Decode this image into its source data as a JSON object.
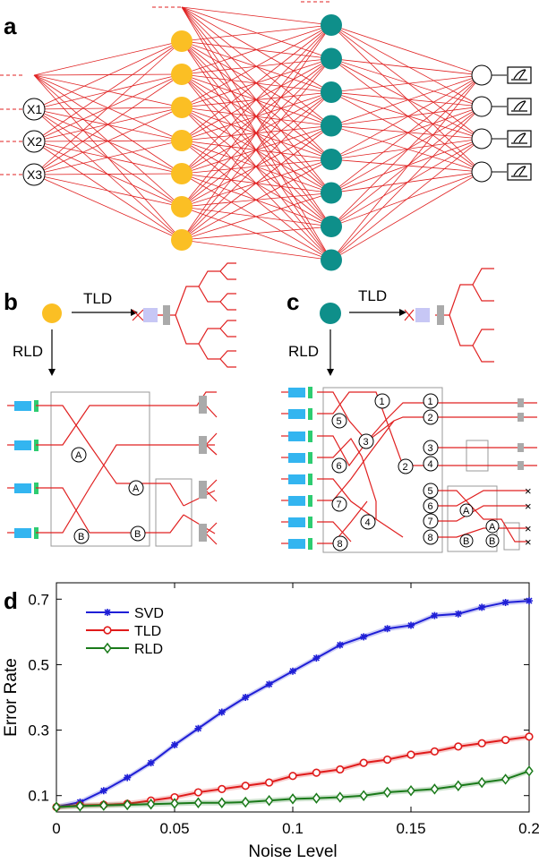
{
  "panels": {
    "a": {
      "label": "a",
      "inputs": [
        "X1",
        "X2",
        "X3"
      ],
      "hidden1_nodes": 7,
      "hidden2_nodes": 8,
      "outputs": 4,
      "colors": {
        "hidden1": "#fbbf24",
        "hidden2": "#0e8f8a",
        "weights": "#e02020"
      }
    },
    "b": {
      "label": "b",
      "tld_label": "TLD",
      "rld_label": "RLD",
      "mzi_labels": [
        "A",
        "B",
        "A",
        "B"
      ]
    },
    "c": {
      "label": "c",
      "tld_label": "TLD",
      "rld_label": "RLD",
      "port_numbers": [
        "1",
        "2",
        "3",
        "4",
        "5",
        "6",
        "7",
        "8"
      ],
      "mzi_labels": [
        "A",
        "B",
        "A",
        "B"
      ]
    },
    "d": {
      "label": "d"
    }
  },
  "chart_data": {
    "type": "line",
    "xlabel": "Noise Level",
    "ylabel": "Error Rate",
    "xlim": [
      0,
      0.2
    ],
    "ylim": [
      0.05,
      0.75
    ],
    "xticks": [
      0,
      0.05,
      0.1,
      0.15,
      0.2
    ],
    "xtick_labels": [
      "0",
      "0.05",
      "0.1",
      "0.15",
      "0.2"
    ],
    "yticks": [
      0.1,
      0.3,
      0.5,
      0.7
    ],
    "ytick_labels": [
      "0.1",
      "0.3",
      "0.5",
      "0.7"
    ],
    "legend_position": "top-left",
    "x": [
      0,
      0.01,
      0.02,
      0.03,
      0.04,
      0.05,
      0.06,
      0.07,
      0.08,
      0.09,
      0.1,
      0.11,
      0.12,
      0.13,
      0.14,
      0.15,
      0.16,
      0.17,
      0.18,
      0.19,
      0.2
    ],
    "series": [
      {
        "name": "SVD",
        "color": "#1f1fd6",
        "marker": "star",
        "values": [
          0.065,
          0.08,
          0.115,
          0.155,
          0.2,
          0.255,
          0.305,
          0.355,
          0.4,
          0.44,
          0.48,
          0.52,
          0.56,
          0.585,
          0.61,
          0.62,
          0.65,
          0.655,
          0.675,
          0.69,
          0.695
        ]
      },
      {
        "name": "TLD",
        "color": "#e01b1b",
        "marker": "circle",
        "values": [
          0.065,
          0.07,
          0.072,
          0.075,
          0.085,
          0.095,
          0.11,
          0.12,
          0.13,
          0.14,
          0.16,
          0.17,
          0.18,
          0.2,
          0.21,
          0.225,
          0.235,
          0.25,
          0.26,
          0.27,
          0.28
        ]
      },
      {
        "name": "RLD",
        "color": "#1a7a1a",
        "marker": "diamond",
        "values": [
          0.065,
          0.068,
          0.07,
          0.072,
          0.074,
          0.076,
          0.078,
          0.078,
          0.08,
          0.085,
          0.09,
          0.092,
          0.095,
          0.1,
          0.11,
          0.115,
          0.12,
          0.13,
          0.14,
          0.15,
          0.175
        ]
      }
    ]
  }
}
